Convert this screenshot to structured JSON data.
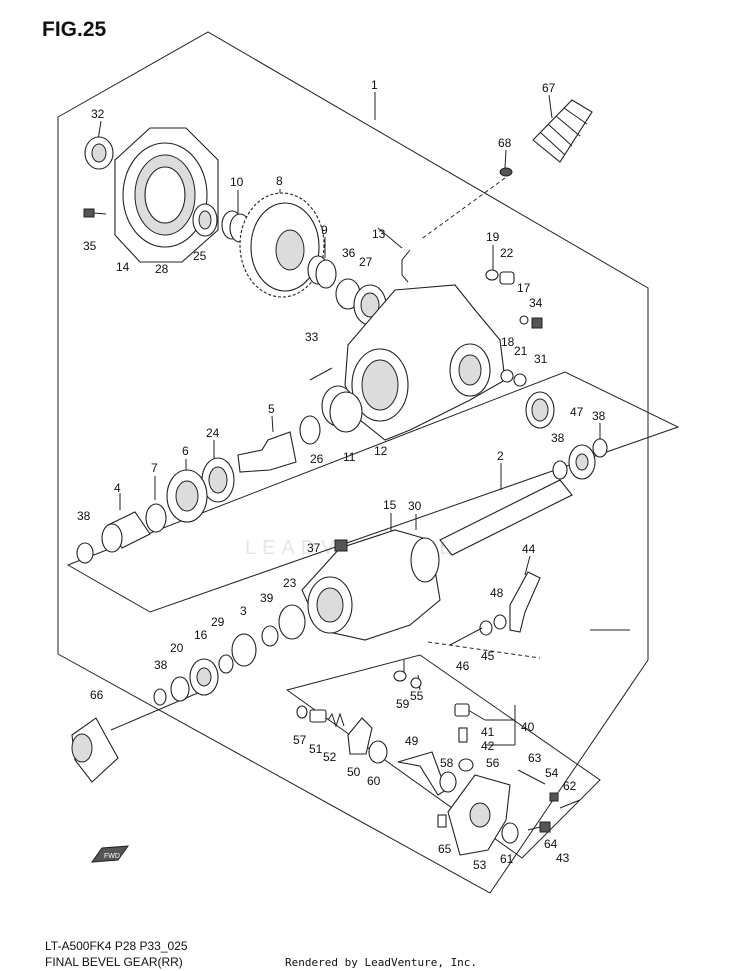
{
  "figure": {
    "title": "FIG.25"
  },
  "footer": {
    "model_code": "LT-A500FK4 P28 P33_025",
    "section_name": "FINAL BEVEL GEAR(RR)",
    "rendered_by": "Rendered by LeadVenture, Inc."
  },
  "watermark": {
    "text": "LEADVENTURE"
  },
  "fwd_badge": {
    "text": "FWD"
  },
  "part_numbers": [
    "1",
    "2",
    "3",
    "4",
    "5",
    "6",
    "7",
    "8",
    "9",
    "10",
    "11",
    "12",
    "13",
    "14",
    "15",
    "16",
    "17",
    "18",
    "19",
    "20",
    "21",
    "22",
    "23",
    "24",
    "25",
    "26",
    "27",
    "28",
    "29",
    "30",
    "31",
    "32",
    "33",
    "34",
    "35",
    "36",
    "37",
    "38",
    "38",
    "38",
    "38",
    "39",
    "40",
    "41",
    "42",
    "43",
    "44",
    "45",
    "46",
    "47",
    "48",
    "49",
    "50",
    "51",
    "52",
    "53",
    "54",
    "55",
    "56",
    "57",
    "58",
    "59",
    "60",
    "61",
    "62",
    "63",
    "64",
    "65",
    "66",
    "67",
    "68"
  ]
}
